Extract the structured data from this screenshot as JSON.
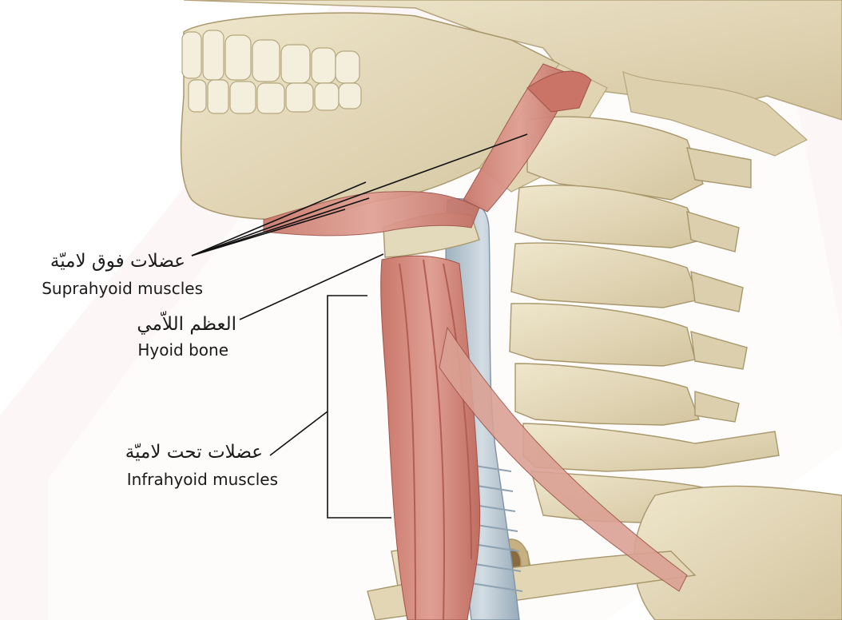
{
  "labels": {
    "suprahyoid": {
      "arabic": "عضلات فوق لاميّة",
      "english": "Suprahyoid muscles"
    },
    "hyoid": {
      "arabic": "العظم اللاّمي",
      "english": "Hyoid bone"
    },
    "infrahyoid": {
      "arabic": "عضلات تحت لاميّة",
      "english": "Infrahyoid muscles"
    }
  },
  "colors": {
    "bone": "#e6dcbf",
    "bone_shade": "#cdbf98",
    "muscle": "#d58c7f",
    "muscle_dark": "#b9665b",
    "cartilage": "#aebfcb",
    "background_triangle": "#fbeeee",
    "leader_line": "#111111"
  }
}
